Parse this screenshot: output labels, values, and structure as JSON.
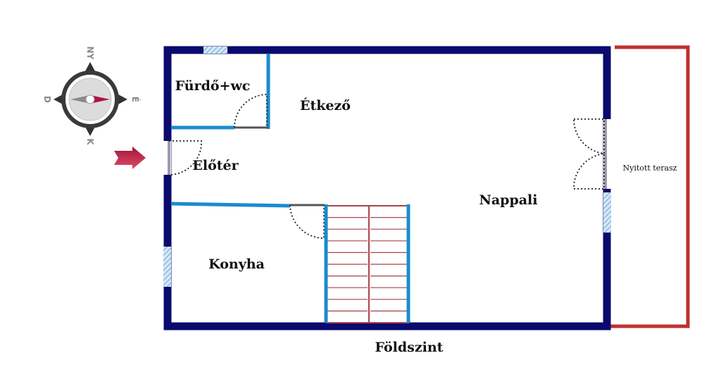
{
  "rooms": {
    "furdo": "Fürdő+wc",
    "etkezo": "Étkező",
    "eloter": "Előtér",
    "nappali": "Nappali",
    "konyha": "Konyha",
    "terasz": "Nyitott terasz"
  },
  "floor_title": "Földszint",
  "compass": {
    "north": "NY",
    "east": "É",
    "south": "K",
    "west": "D"
  },
  "colors": {
    "outer_wall": "#0a0a6e",
    "inner_wall": "#1a8ccc",
    "terrace": "#c0302e",
    "stairs": "#a8444a",
    "entrance_arrow": "#c8284a",
    "compass_accent": "#b0124a"
  },
  "icons": {
    "compass": "compass-icon",
    "entrance": "entrance-arrow-icon"
  }
}
